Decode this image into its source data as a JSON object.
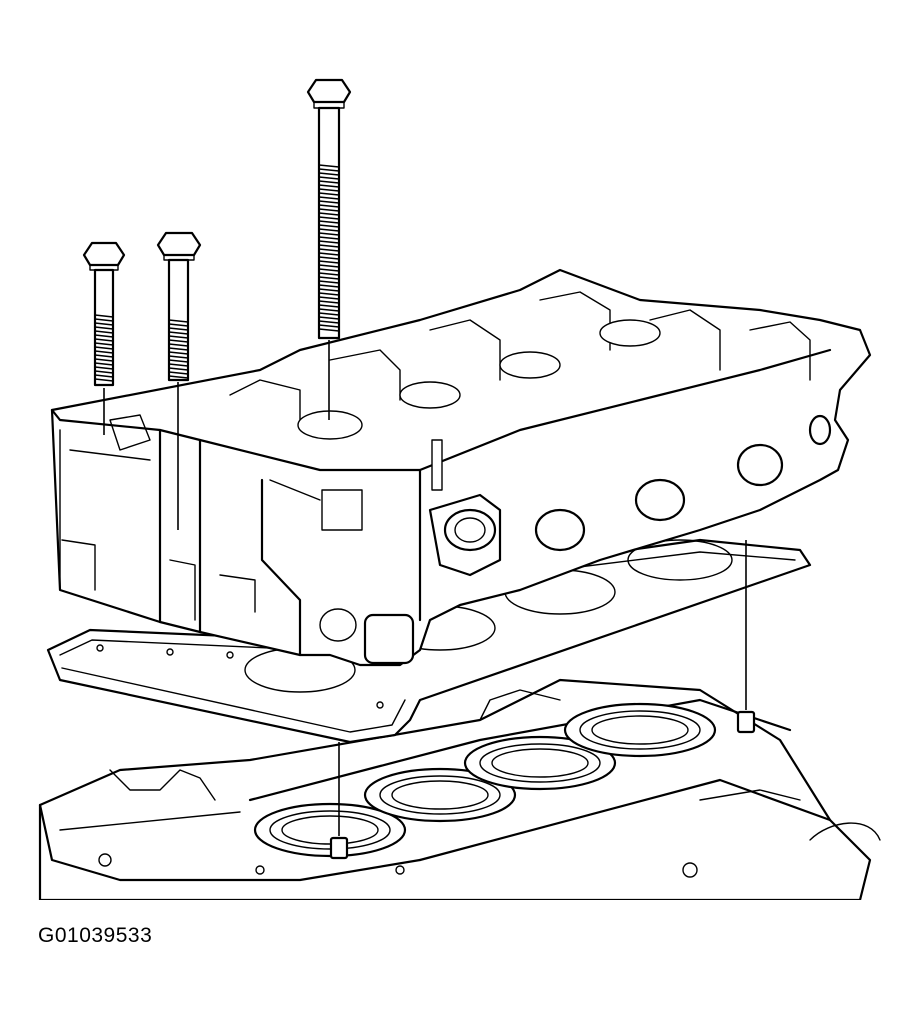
{
  "figure": {
    "id_label": "G01039533",
    "parts": [
      {
        "name": "cylinder-head-bolt"
      },
      {
        "name": "cylinder-head"
      },
      {
        "name": "cylinder-head-gasket"
      },
      {
        "name": "engine-block"
      },
      {
        "name": "locating-dowel-pin"
      }
    ]
  }
}
